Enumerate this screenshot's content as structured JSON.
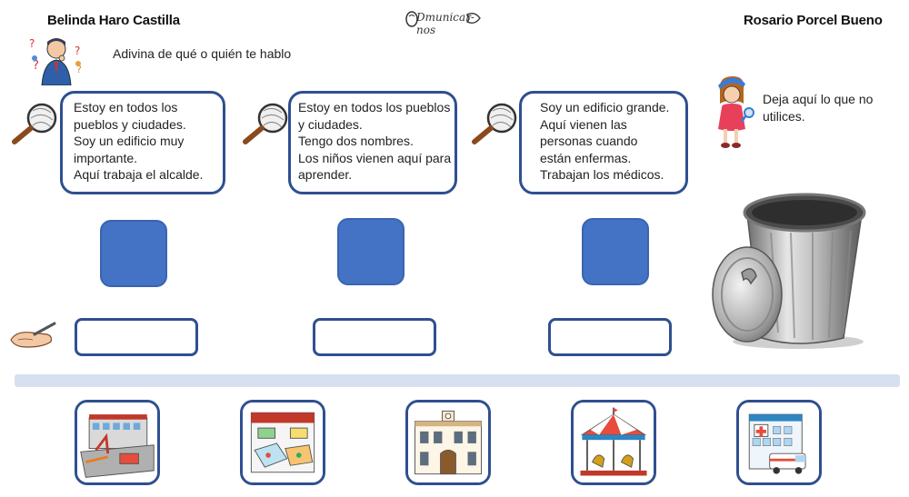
{
  "header": {
    "author_left": "Belinda Haro Castilla",
    "author_right": "Rosario Porcel Bueno",
    "logo_text": "Dmunicar-nos"
  },
  "instruction": "Adivina de qué o quién te hablo",
  "trash": {
    "note_lines": [
      "Deja aquí lo que no",
      "utilices."
    ]
  },
  "riddles": [
    {
      "lines": [
        "Estoy en todos los",
        "pueblos y ciudades.",
        "Soy un edificio muy",
        "importante.",
        "Aquí trabaja el alcalde."
      ]
    },
    {
      "lines": [
        "Estoy en todos los pueblos",
        "y ciudades.",
        "Tengo dos nombres.",
        "Los niños vienen aquí para",
        "aprender."
      ]
    },
    {
      "lines": [
        "Soy un edificio grande.",
        "Aquí vienen las",
        "personas cuando",
        "están enfermas.",
        "Trabajan los médicos."
      ]
    }
  ],
  "tiles": [
    {
      "icon": "school-icon"
    },
    {
      "icon": "market-icon"
    },
    {
      "icon": "town-hall-icon"
    },
    {
      "icon": "fair-carousel-icon"
    },
    {
      "icon": "hospital-icon"
    }
  ],
  "colors": {
    "accent": "#2f4f8f",
    "drop_target": "#4472c4",
    "divider": "#d6e0f0"
  }
}
